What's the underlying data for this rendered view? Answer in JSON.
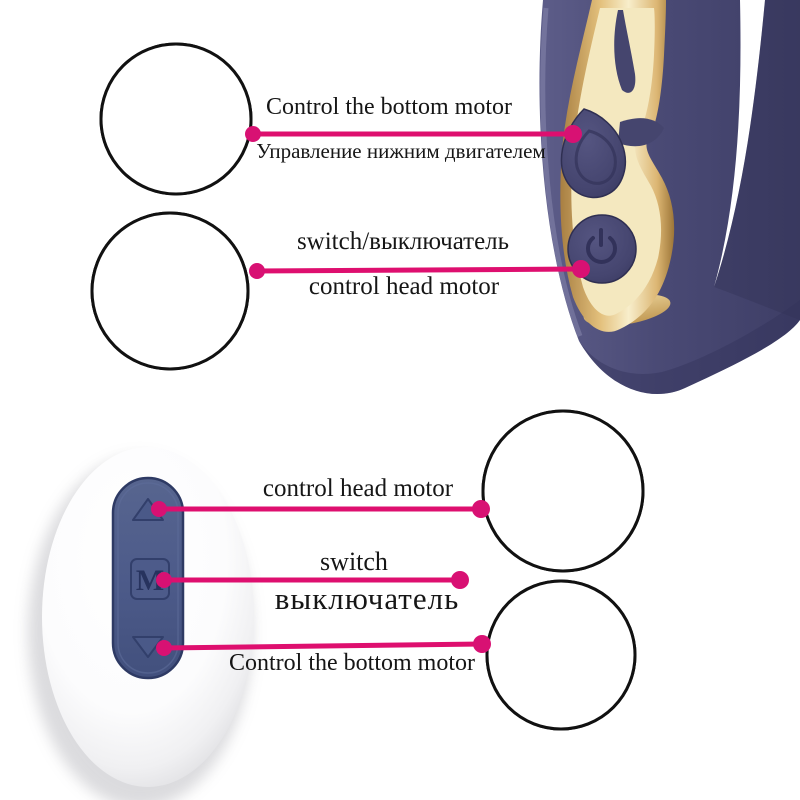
{
  "colors": {
    "accent_pink": "#de0f6f",
    "device_navy": "#46466f",
    "gold": "#d9b36d",
    "remote_panel_blue": "#4d5b8a",
    "vibration_red": "#e31c1c"
  },
  "top_section": {
    "label_bottom_motor_en": "Control the bottom motor",
    "label_bottom_motor_ru": "Управление нижним двигателем",
    "label_switch": "switch/выключатель",
    "label_head_motor": "control head motor"
  },
  "bottom_section": {
    "label_head_motor": "control head motor",
    "label_switch_en": "switch",
    "label_switch_ru": "выключатель",
    "label_bottom_motor_en": "Control the bottom motor"
  },
  "remote": {
    "mode_button_label": "M"
  }
}
